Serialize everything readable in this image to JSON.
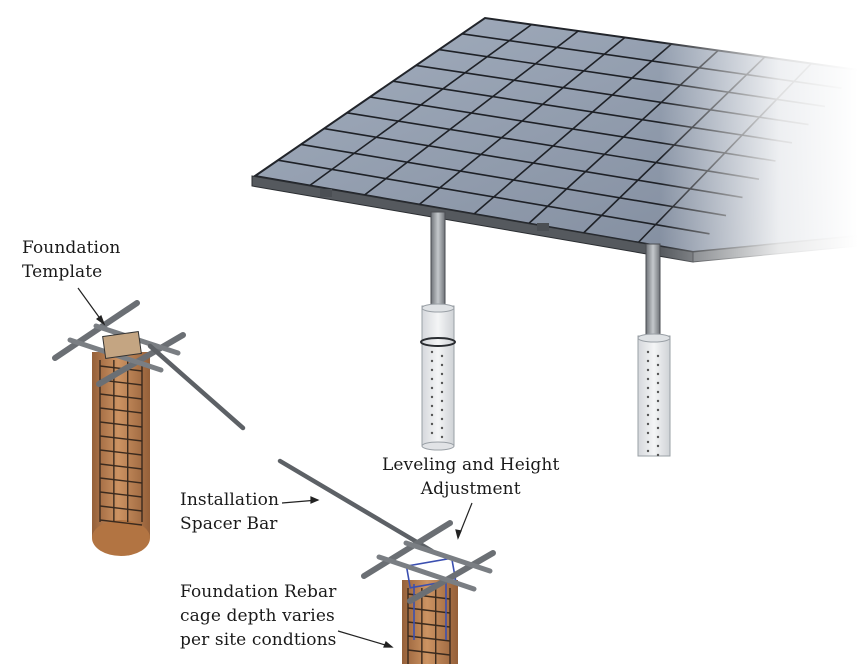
{
  "labels": {
    "foundation_template": [
      "Foundation",
      "Template"
    ],
    "leveling": [
      "Leveling and Height",
      "Adjustment"
    ],
    "spacer_bar": [
      "Installation",
      "Spacer Bar"
    ],
    "rebar": [
      "Foundation Rebar",
      "cage depth varies",
      "per site condtions"
    ]
  },
  "colors": {
    "panel_cell": "#8f9aab",
    "panel_grid": "#22252b",
    "frame": "#4a4d52",
    "steel": "#9ea3a8",
    "concrete": "#a86a3c",
    "rebar": "#3a2a1e",
    "hardware": "#3b4fb0"
  }
}
